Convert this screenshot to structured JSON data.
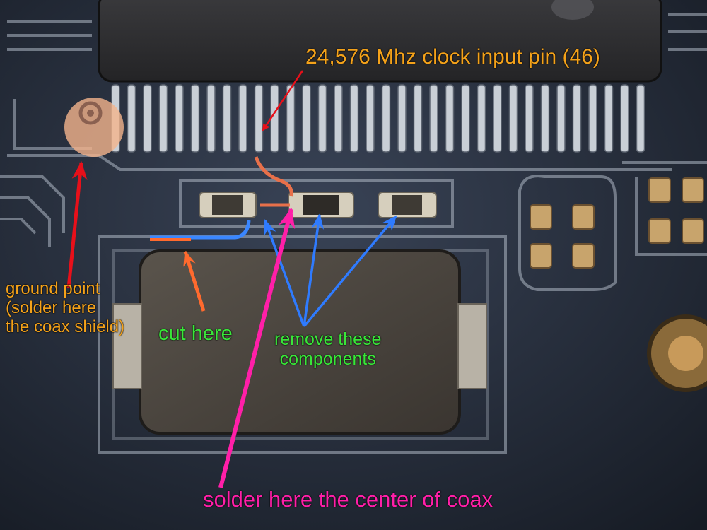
{
  "photo": {
    "description_icon": "pcb-photo",
    "colors": {
      "board": "#2a3140",
      "trace": "#b6bfca",
      "chip": "#2c2c2e",
      "crystal": "#4a4540",
      "pad": "#d8d2c2"
    }
  },
  "annotations": {
    "clock_pin": {
      "text": "24,576 Mhz clock input pin (46)",
      "color": "#f4a21a"
    },
    "ground_point": {
      "lines": [
        "ground point",
        "(solder here",
        "the coax shield)"
      ],
      "color": "#f4a21a"
    },
    "cut_here": {
      "text": "cut here",
      "color": "#39e639"
    },
    "remove_components": {
      "lines": [
        "remove these",
        "components"
      ],
      "color": "#39e639"
    },
    "solder_center": {
      "text": "solder here the center of coax",
      "color": "#ff1fa8"
    }
  },
  "colors": {
    "arrow_red": "#e8101a",
    "arrow_blue": "#2f7bff",
    "arrow_orange": "#ff6a2e",
    "arrow_magenta": "#ff1fa8",
    "wire_blue": "#3a86ff",
    "wire_orange": "#e8704a",
    "ground_highlight": "#f4b48c"
  }
}
